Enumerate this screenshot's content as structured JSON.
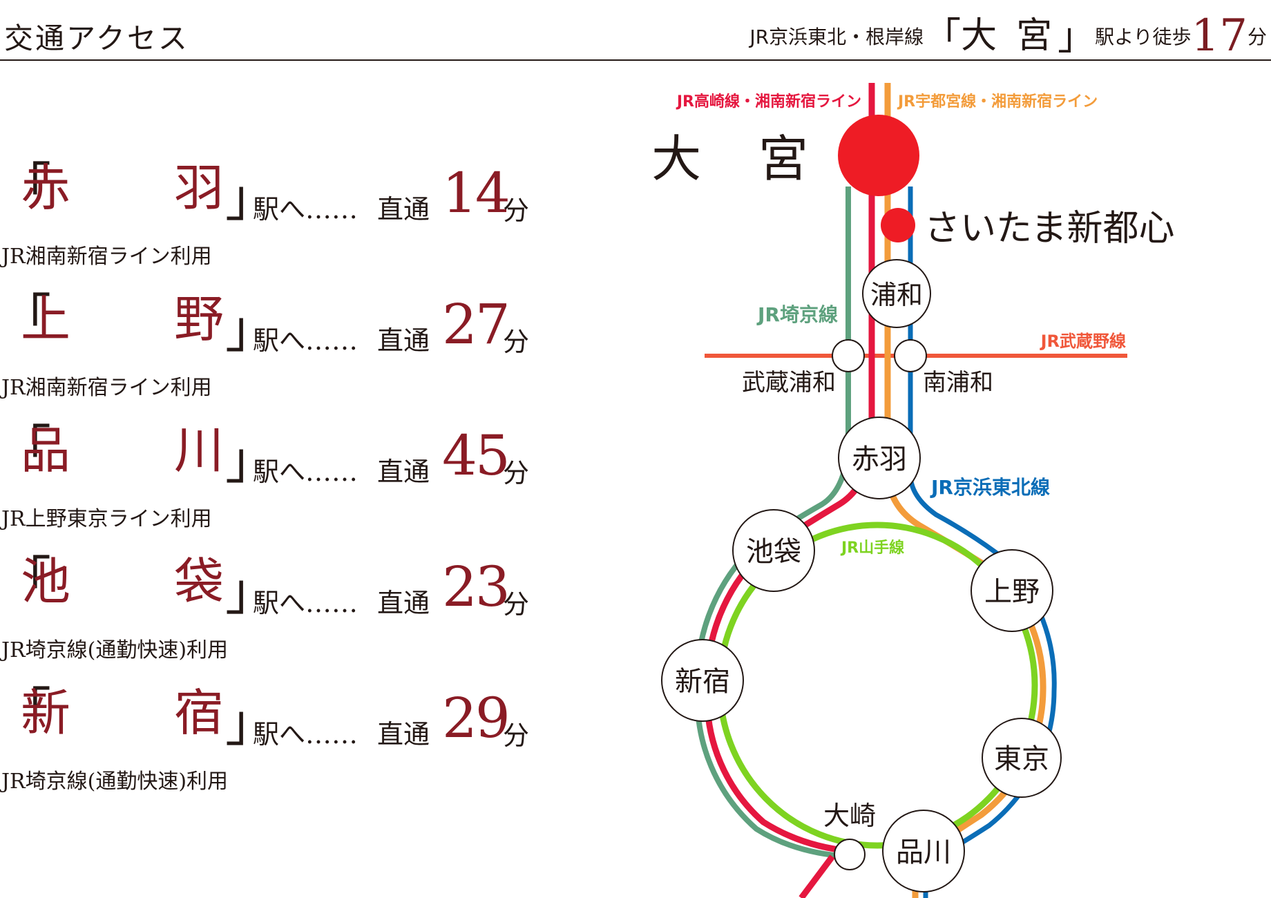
{
  "header": {
    "title": "交通アクセス",
    "line": "JR京浜東北・根岸線",
    "bracket_open": "「",
    "station": "大宮",
    "bracket_close": "」",
    "walk": "駅より徒歩",
    "minutes": "17",
    "unit": "分"
  },
  "destinations": [
    {
      "char_a": "赤",
      "char_b": "羽",
      "to": "駅へ……",
      "direct": "直通",
      "minutes": "14",
      "unit": "分",
      "note": "JR湘南新宿ライン利用"
    },
    {
      "char_a": "上",
      "char_b": "野",
      "to": "駅へ……",
      "direct": "直通",
      "minutes": "27",
      "unit": "分",
      "note": "JR湘南新宿ライン利用"
    },
    {
      "char_a": "品",
      "char_b": "川",
      "to": "駅へ……",
      "direct": "直通",
      "minutes": "45",
      "unit": "分",
      "note": "JR上野東京ライン利用"
    },
    {
      "char_a": "池",
      "char_b": "袋",
      "to": "駅へ……",
      "direct": "直通",
      "minutes": "23",
      "unit": "分",
      "note": "JR埼京線(通勤快速)利用"
    },
    {
      "char_a": "新",
      "char_b": "宿",
      "to": "駅へ……",
      "direct": "直通",
      "minutes": "29",
      "unit": "分",
      "note": "JR埼京線(通勤快速)利用"
    }
  ],
  "map": {
    "lines": {
      "takasaki": "JR高崎線・湘南新宿ライン",
      "utsunomiya": "JR宇都宮線・湘南新宿ライン",
      "saikyo": "JR埼京線",
      "musashino": "JR武蔵野線",
      "keihin": "JR京浜東北線",
      "yamanote": "JR山手線"
    },
    "stations": {
      "omiya": "大 宮",
      "saitama_shintoshin": "さいたま新都心",
      "urawa": "浦和",
      "musashi_urawa": "武蔵浦和",
      "minami_urawa": "南浦和",
      "akabane": "赤羽",
      "ikebukuro": "池袋",
      "ueno": "上野",
      "shinjuku": "新宿",
      "tokyo": "東京",
      "osaki": "大崎",
      "shinagawa": "品川"
    },
    "colors": {
      "takasaki": "#e5173f",
      "utsunomiya": "#f39c3b",
      "saikyo": "#5ea17e",
      "musashino": "#f0573a",
      "keihin": "#0a6db7",
      "yamanote": "#7ed321",
      "station_red": "#ee1c25"
    }
  }
}
